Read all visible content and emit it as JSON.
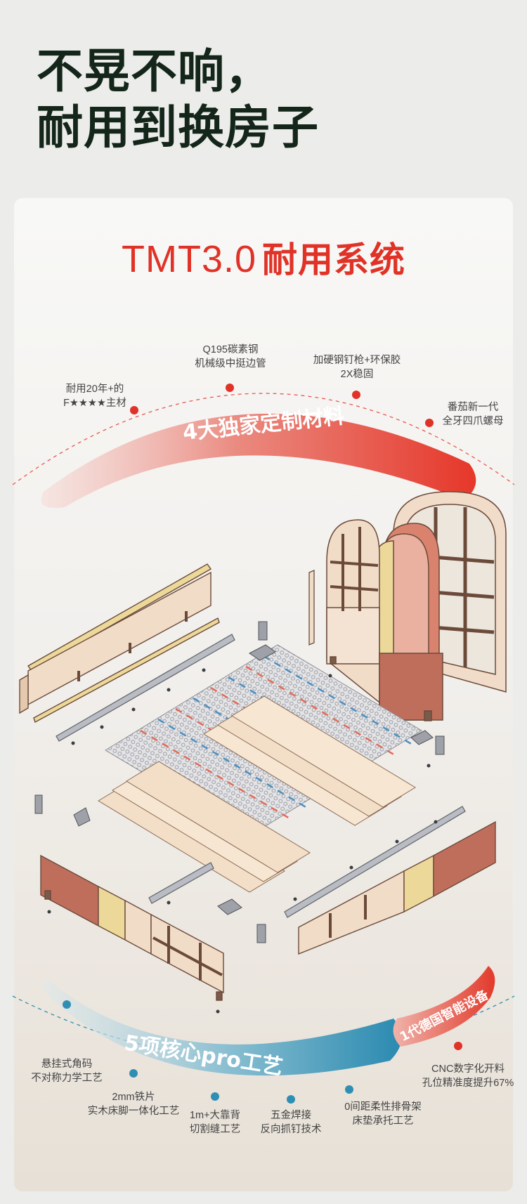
{
  "headline": {
    "line1": "不晃不响，",
    "line2": "耐用到换房子"
  },
  "system_title": {
    "latin": "TMT3.0",
    "cn": "耐用系统"
  },
  "materials": {
    "arc_label": "4大独家定制材料",
    "items": [
      {
        "line1": "耐用20年+的",
        "line2": "F★★★★主材"
      },
      {
        "line1": "Q195碳素钢",
        "line2": "机械级中挺边管"
      },
      {
        "line1": "加硬钢钉枪+环保胶",
        "line2": "2X稳固"
      },
      {
        "line1": "番茄新一代",
        "line2": "全牙四爪螺母"
      }
    ]
  },
  "crafts": {
    "arc_label": "5项核心pro工艺",
    "badge": "1代德国智能设备",
    "items": [
      {
        "line1": "悬挂式角码",
        "line2": "不对称力学工艺"
      },
      {
        "line1": "2mm铁片",
        "line2": "实木床脚一体化工艺"
      },
      {
        "line1": "1m+大靠背",
        "line2": "切割缝工艺"
      },
      {
        "line1": "五金焊接",
        "line2": "反向抓钉技术"
      },
      {
        "line1": "0间距柔性排骨架",
        "line2": "床垫承托工艺"
      },
      {
        "line1": "CNC数字化开料",
        "line2": "孔位精准度提升67%"
      }
    ]
  },
  "colors": {
    "headline": "#14261a",
    "brand_red": "#e03227",
    "craft_blue": "#2f8fb3",
    "wood_light": "#f1dcc8",
    "wood_pink": "#eab0a0",
    "wood_red": "#c06e5c",
    "wood_yellow": "#ecd99a"
  }
}
